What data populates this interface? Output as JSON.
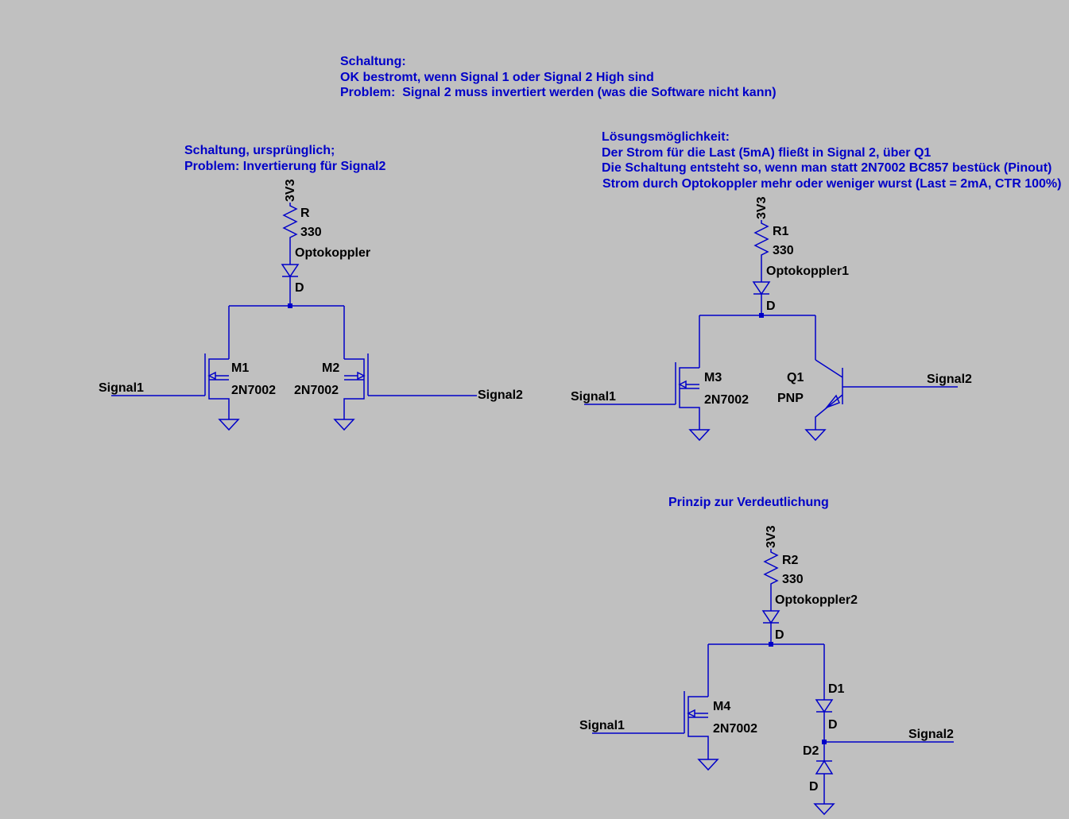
{
  "colors": {
    "background": "#c0c0c0",
    "wire": "#0000c8",
    "comment": "#0000c8",
    "label": "#000000"
  },
  "notes": {
    "top": [
      "Schaltung:",
      "OK bestromt, wenn Signal 1 oder Signal 2 High sind",
      "Problem:  Signal 2 muss invertiert werden (was die Software nicht kann)"
    ],
    "left": [
      "Schaltung, ursprünglich;",
      "Problem: Invertierung für Signal2"
    ],
    "right": [
      "Lösungsmöglichkeit:",
      "Der Strom für die Last (5mA) fließt in Signal 2, über Q1",
      "Die Schaltung entsteht so, wenn man statt 2N7002 BC857 bestück (Pinout)",
      "Strom durch Optokoppler mehr oder weniger wurst (Last = 2mA, CTR 100%)"
    ],
    "bottom": [
      "Prinzip zur Verdeutlichung"
    ]
  },
  "circuits": {
    "left": {
      "supply": "3V3",
      "res_name": "R",
      "res_value": "330",
      "diode_name": "Optokoppler",
      "diode_model": "D",
      "fet1_name": "M1",
      "fet1_model": "2N7002",
      "fet2_name": "M2",
      "fet2_model": "2N7002",
      "sig1": "Signal1",
      "sig2": "Signal2"
    },
    "right": {
      "supply": "3V3",
      "res_name": "R1",
      "res_value": "330",
      "diode_name": "Optokoppler1",
      "diode_model": "D",
      "fet_name": "M3",
      "fet_model": "2N7002",
      "bjt_name": "Q1",
      "bjt_model": "PNP",
      "sig1": "Signal1",
      "sig2": "Signal2"
    },
    "bottom": {
      "supply": "3V3",
      "res_name": "R2",
      "res_value": "330",
      "diode_name": "Optokoppler2",
      "diode_model": "D",
      "fet_name": "M4",
      "fet_model": "2N7002",
      "d1_name": "D1",
      "d1_model": "D",
      "d2_name": "D2",
      "d2_model": "D",
      "sig1": "Signal1",
      "sig2": "Signal2"
    }
  }
}
